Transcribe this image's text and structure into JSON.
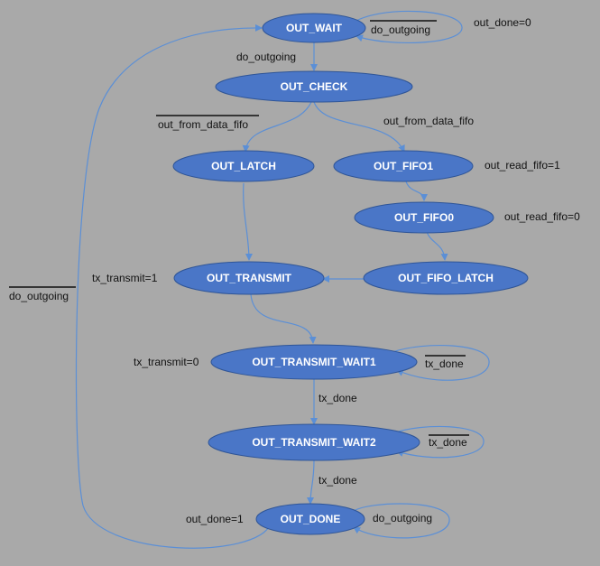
{
  "colors": {
    "background": "#a9a9a9",
    "state_fill": "#4a76c7",
    "arrow": "#5b8fd6",
    "text": "#111111"
  },
  "states": {
    "out_wait": "OUT_WAIT",
    "out_check": "OUT_CHECK",
    "out_latch": "OUT_LATCH",
    "out_fifo1": "OUT_FIFO1",
    "out_fifo0": "OUT_FIFO0",
    "out_transmit": "OUT_TRANSMIT",
    "out_fifo_latch": "OUT_FIFO_LATCH",
    "out_transmit_wait1": "OUT_TRANSMIT_WAIT1",
    "out_transmit_wait2": "OUT_TRANSMIT_WAIT2",
    "out_done": "OUT_DONE"
  },
  "labels": {
    "wait_self_loop": "do_outgoing",
    "wait_output": "out_done=0",
    "wait_to_check": "do_outgoing",
    "check_to_latch": "out_from_data_fifo",
    "check_to_fifo1": "out_from_data_fifo",
    "fifo1_output": "out_read_fifo=1",
    "fifo0_output": "out_read_fifo=0",
    "transmit_output": "tx_transmit=1",
    "done_to_wait": "do_outgoing",
    "transmit_wait1_output": "tx_transmit=0",
    "transmit_wait1_self_loop": "tx_done",
    "transmit_wait1_to_wait2": "tx_done",
    "transmit_wait2_self_loop": "tx_done",
    "transmit_wait2_to_done": "tx_done",
    "done_output": "out_done=1",
    "done_self_loop": "do_outgoing"
  }
}
